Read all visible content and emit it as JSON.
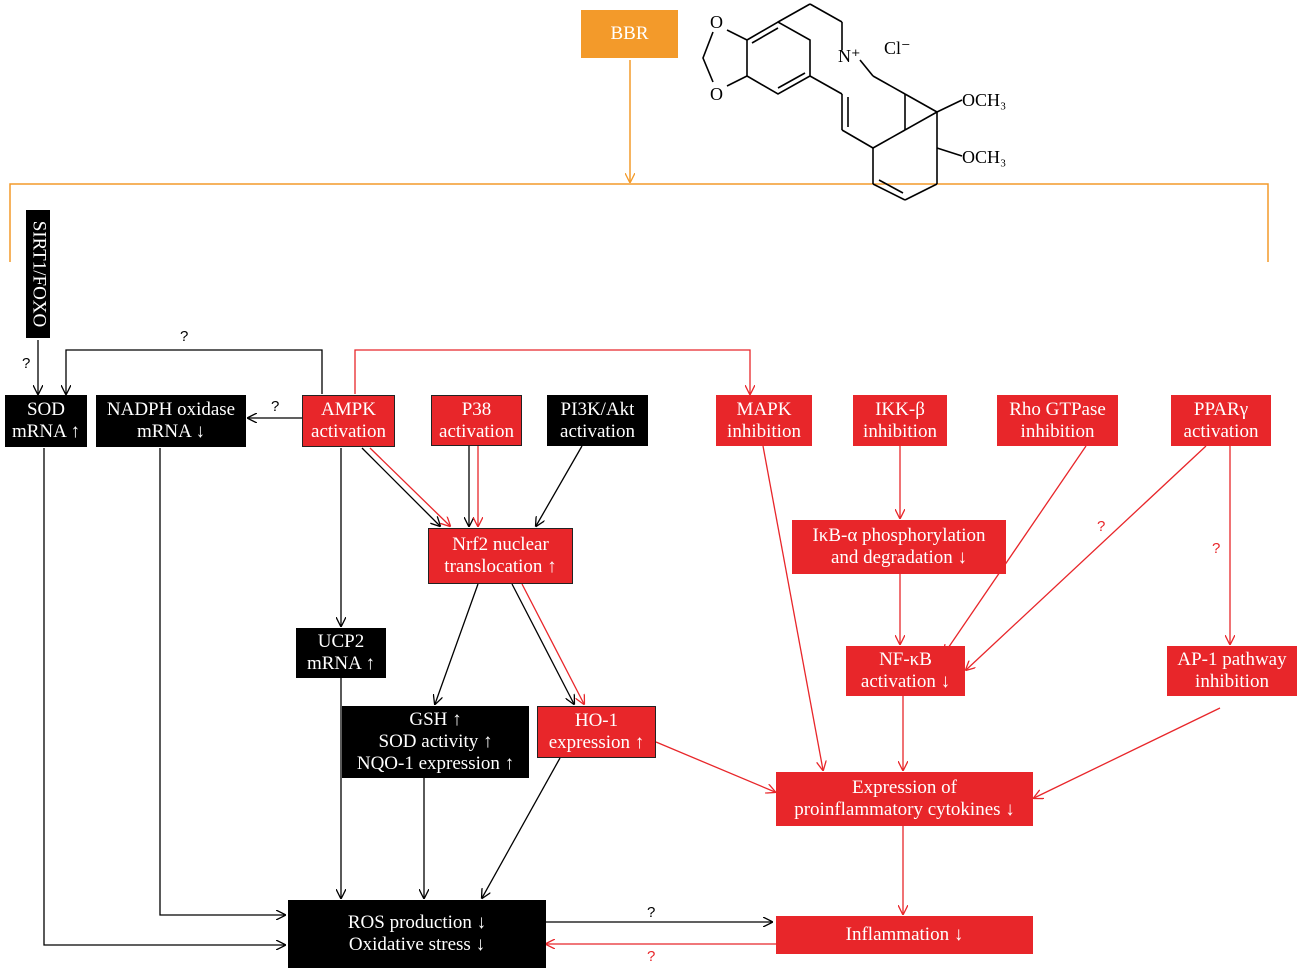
{
  "colors": {
    "red": "#e8262a",
    "black": "#000000",
    "orange": "#f39a2a",
    "text": "#ffffff"
  },
  "compound": {
    "name": "BBR",
    "counterion": "Cl⁻",
    "substituent1": "OCH₃",
    "substituent2": "OCH₃",
    "nitrogen_label": "N⁺",
    "oxygen_label_1": "O",
    "oxygen_label_2": "O"
  },
  "nodes": {
    "sirt1": "SIRT1/FOXO",
    "sod_mrna": [
      "SOD",
      "mRNA ↑"
    ],
    "nadph": [
      "NADPH oxidase",
      "mRNA ↓"
    ],
    "ampk": [
      "AMPK",
      "activation"
    ],
    "p38": [
      "P38",
      "activation"
    ],
    "pi3k": [
      "PI3K/Akt",
      "activation"
    ],
    "mapk": [
      "MAPK",
      "inhibition"
    ],
    "ikk": [
      "IKK-β",
      "inhibition"
    ],
    "rho": [
      "Rho GTPase",
      "inhibition"
    ],
    "ppar": [
      "PPARγ",
      "activation"
    ],
    "nrf2": [
      "Nrf2 nuclear",
      "translocation ↑"
    ],
    "ikba": [
      "IκB-α phosphorylation",
      "and degradation ↓"
    ],
    "ucp2": [
      "UCP2",
      "mRNA ↑"
    ],
    "nfkb": [
      "NF-κB",
      "activation ↓"
    ],
    "ap1": [
      "AP-1 pathway",
      "inhibition"
    ],
    "gsh": [
      "GSH ↑",
      "SOD activity ↑",
      "NQO-1 expression ↑"
    ],
    "ho1": [
      "HO-1",
      "expression ↑"
    ],
    "cytokines": [
      "Expression of",
      "proinflammatory cytokines ↓"
    ],
    "ros": [
      "ROS production ↓",
      "Oxidative stress ↓"
    ],
    "inflammation": "Inflammation ↓"
  },
  "question_marks": {
    "q_sirt_sod": "?",
    "q_ampk_sod": "?",
    "q_ampk_nadph": "?",
    "q_ppar_nfkb": "?",
    "q_ppar_ap1": "?",
    "q_ros_infl": "?",
    "q_infl_ros": "?"
  }
}
